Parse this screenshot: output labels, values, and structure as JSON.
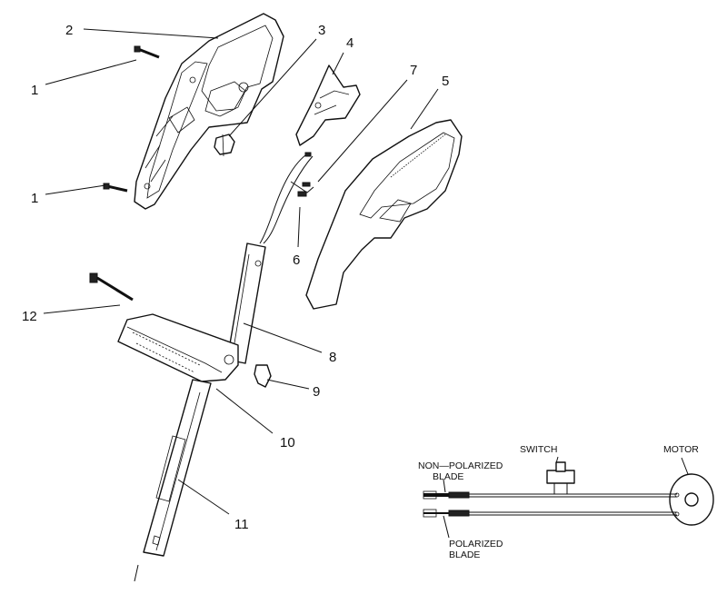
{
  "callouts": {
    "c1a": "1",
    "c1b": "1",
    "c2": "2",
    "c3": "3",
    "c4": "4",
    "c5": "5",
    "c6": "6",
    "c7": "7",
    "c8": "8",
    "c9": "9",
    "c10": "10",
    "c11": "11",
    "c12": "12"
  },
  "wiring": {
    "switch_label": "SWITCH",
    "motor_label": "MOTOR",
    "nonpolarized_line1": "NON—POLARIZED",
    "nonpolarized_line2": "BLADE",
    "polarized_line1": "POLARIZED",
    "polarized_line2": "BLADE"
  }
}
